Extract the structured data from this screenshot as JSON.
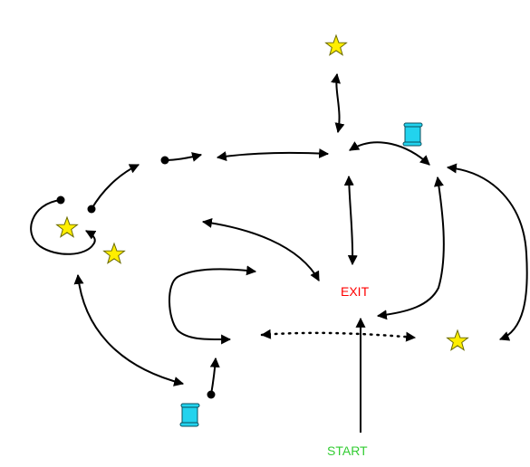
{
  "labels": {
    "exit": "EXIT",
    "start": "START"
  },
  "colors": {
    "exit": "#ff0000",
    "start": "#33cc33",
    "arrow": "#000000",
    "star_fill": "#ffee00",
    "star_stroke": "#6b6b00",
    "scroll_fill": "#22d3ee",
    "scroll_stroke": "#0b4f5e"
  },
  "icons": {
    "star": "star-icon",
    "scroll": "scroll-icon"
  },
  "legend": {
    "stars": 4,
    "scrolls": 2,
    "dead_ends": 4
  }
}
